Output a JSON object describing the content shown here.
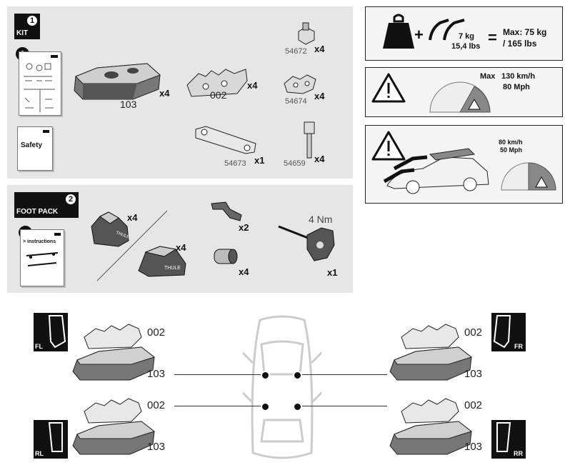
{
  "kit": {
    "number": "1",
    "title": "KIT",
    "doc_number": "1",
    "safety_label": "Safety",
    "parts": [
      {
        "code": "103",
        "qty": "x4"
      },
      {
        "code": "002",
        "qty": "x4"
      },
      {
        "code": "54672",
        "qty": "x4"
      },
      {
        "code": "54674",
        "qty": "x4"
      },
      {
        "code": "54673",
        "qty": "x1"
      },
      {
        "code": "54659",
        "qty": "x4"
      }
    ]
  },
  "foot_pack": {
    "number": "2",
    "title": "FOOT PACK",
    "doc_number": "2",
    "doc_label": "> instructions",
    "parts": [
      {
        "qty": "x4"
      },
      {
        "qty": "x4"
      },
      {
        "qty": "x2"
      },
      {
        "qty": "x4"
      },
      {
        "torque": "4 Nm",
        "qty": "x1"
      }
    ],
    "brand": "THULE"
  },
  "warnings": {
    "load": {
      "weight_bars": "7 kg",
      "weight_bars_lbs": "15,4 lbs",
      "max": "Max: 75 kg",
      "max_lbs": "/ 165 lbs",
      "plus": "+",
      "equals": "="
    },
    "speed": {
      "max_label": "Max",
      "kmh": "130 km/h",
      "mph": "80 Mph"
    },
    "wind": {
      "kmh": "80 km/h",
      "mph": "50 Mph"
    }
  },
  "positions": {
    "fl": {
      "label": "FL",
      "part_top": "002",
      "part_bottom": "103"
    },
    "fr": {
      "label": "FR",
      "part_top": "002",
      "part_bottom": "103"
    },
    "rl": {
      "label": "RL",
      "part_top": "002",
      "part_bottom": "103"
    },
    "rr": {
      "label": "RR",
      "part_top": "002",
      "part_bottom": "103"
    }
  },
  "colors": {
    "panel": "#e6e6e6",
    "dark": "#111111",
    "gauge_red": "#888888"
  }
}
